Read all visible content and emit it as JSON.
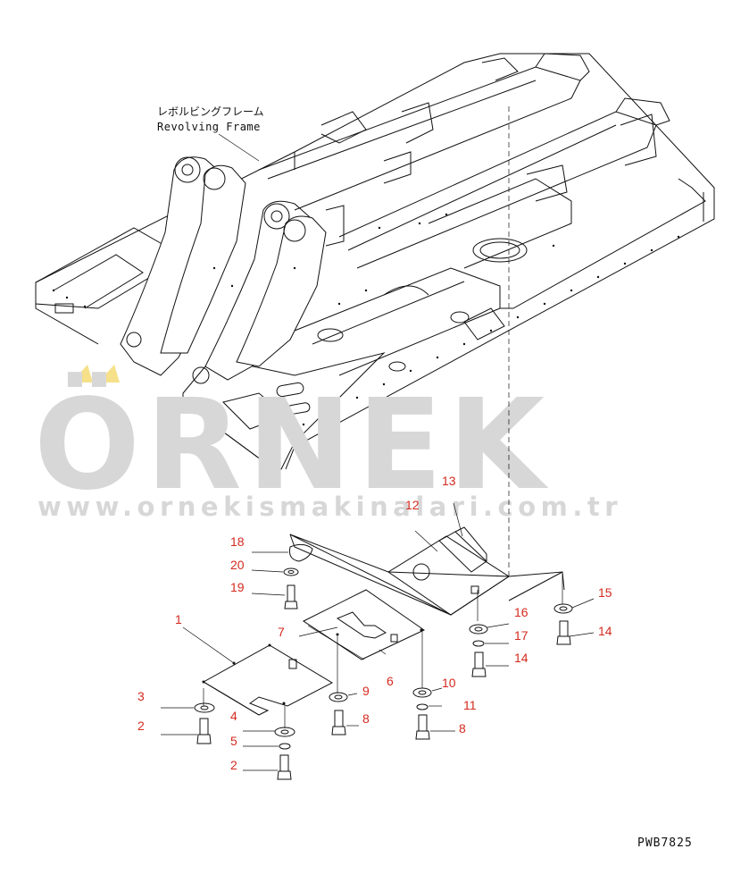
{
  "title": {
    "japanese": "レボルビングフレーム",
    "english": "Revolving Frame"
  },
  "drawing_code": "PWB7825",
  "watermark": {
    "brand": "ÖRNEK",
    "url": "www.ornekismakinalari.com.tr"
  },
  "colors": {
    "callout": "#d42a1f",
    "watermark": "#d7d7d7",
    "watermark_accent": "#f6e08a",
    "line": "#111111"
  },
  "callouts": {
    "c1": "1",
    "c2a": "2",
    "c2b": "2",
    "c3": "3",
    "c4": "4",
    "c5": "5",
    "c6": "6",
    "c7": "7",
    "c8a": "8",
    "c8b": "8",
    "c9": "9",
    "c10": "10",
    "c11": "11",
    "c12": "12",
    "c13": "13",
    "c14a": "14",
    "c14b": "14",
    "c15": "15",
    "c16": "16",
    "c17": "17",
    "c18": "18",
    "c19": "19",
    "c20": "20"
  }
}
